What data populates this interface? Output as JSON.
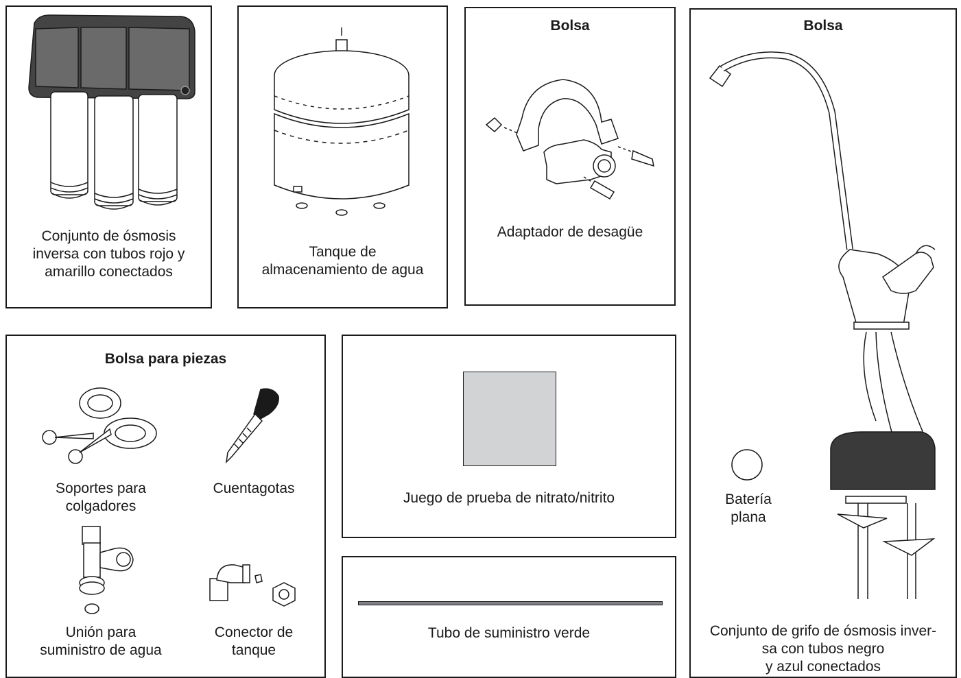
{
  "panels": {
    "ro_assembly": {
      "label": "Conjunto de ósmosis\ninversa con tubos rojo y\namarillo conectados"
    },
    "storage_tank": {
      "label": "Tanque de\nalmacenamiento de agua"
    },
    "drain_adapter": {
      "title": "Bolsa",
      "label": "Adaptador de desagüe"
    },
    "faucet": {
      "title": "Bolsa",
      "battery_label": "Batería\nplana",
      "label": "Conjunto de grifo de ósmosis inver-\nsa con tubos negro\ny azul conectados"
    },
    "parts_bag": {
      "title": "Bolsa para piezas",
      "items": [
        {
          "label": "Soportes para\ncolgadores"
        },
        {
          "label": "Cuentagotas"
        },
        {
          "label": "Unión para\nsuministro de agua"
        },
        {
          "label": "Conector de\ntanque"
        }
      ]
    },
    "test_kit": {
      "label": "Juego de prueba de nitrato/nitrito"
    },
    "supply_tube": {
      "label": "Tubo de suministro verde"
    }
  },
  "colors": {
    "border": "#1a1a1a",
    "test_strip_fill": "#d2d3d5",
    "tube": "#7f8185"
  }
}
